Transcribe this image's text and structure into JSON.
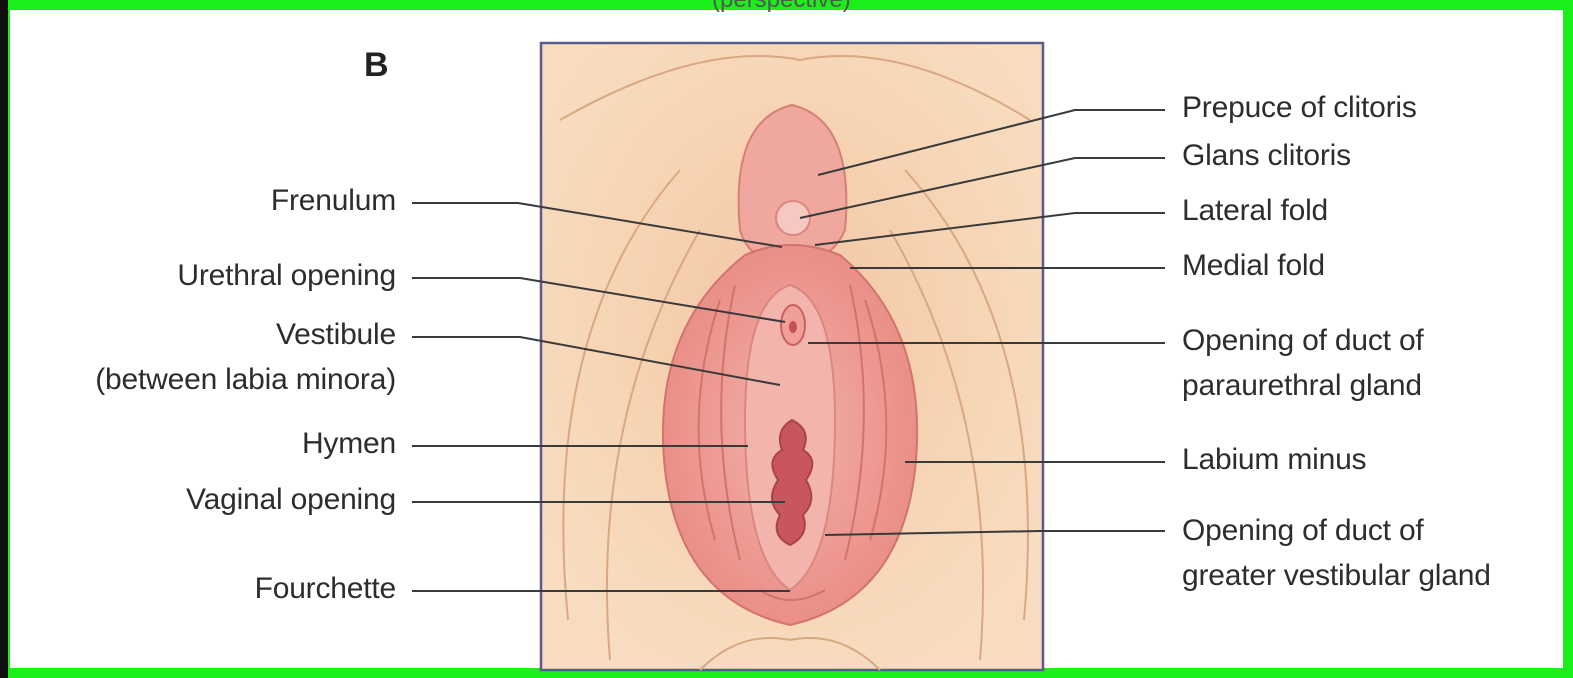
{
  "panel_letter": "B",
  "top_cut_text": "(perspective)",
  "labels_left": [
    {
      "id": "frenulum",
      "text": "Frenulum"
    },
    {
      "id": "urethral-opening",
      "text": "Urethral opening"
    },
    {
      "id": "vestibule",
      "text": "Vestibule"
    },
    {
      "id": "vestibule-sub",
      "text": "(between labia minora)"
    },
    {
      "id": "hymen",
      "text": "Hymen"
    },
    {
      "id": "vaginal-opening",
      "text": "Vaginal opening"
    },
    {
      "id": "fourchette",
      "text": "Fourchette"
    }
  ],
  "labels_right": [
    {
      "id": "prepuce",
      "text": "Prepuce of clitoris"
    },
    {
      "id": "glans",
      "text": "Glans clitoris"
    },
    {
      "id": "lateral-fold",
      "text": "Lateral fold"
    },
    {
      "id": "medial-fold",
      "text": "Medial fold"
    },
    {
      "id": "paraurethral-1",
      "text": "Opening of duct of"
    },
    {
      "id": "paraurethral-2",
      "text": "paraurethral gland"
    },
    {
      "id": "labium-minus",
      "text": "Labium minus"
    },
    {
      "id": "vestibular-1",
      "text": "Opening of duct of"
    },
    {
      "id": "vestibular-2",
      "text": "greater vestibular gland"
    }
  ],
  "colors": {
    "frame": "#19f019",
    "panel_border": "#5a5a8c",
    "skin": "#f6d2ae",
    "labia": "#ec9a90",
    "vestibule": "#f2aca6",
    "opening": "#c4505a",
    "line": "#3a3a3a"
  }
}
